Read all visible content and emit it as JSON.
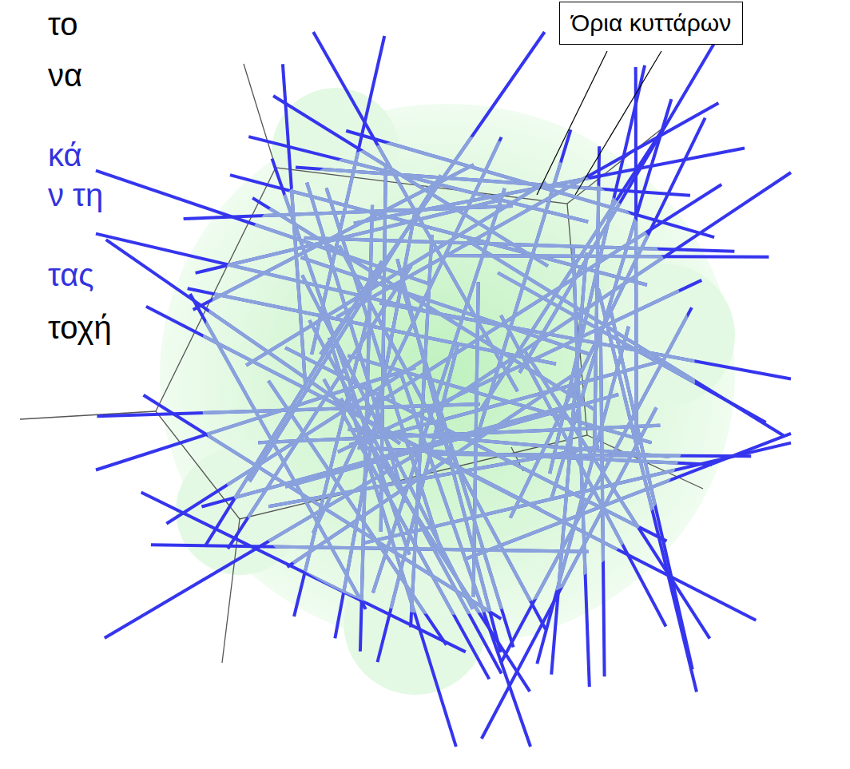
{
  "diagram": {
    "nodes": [
      {
        "text": [
          "Όρια κυττάρων"
        ]
      }
    ],
    "labels": [
      "το",
      "να",
      "κά",
      "ν τη",
      "τας",
      "τοχή"
    ]
  }
}
